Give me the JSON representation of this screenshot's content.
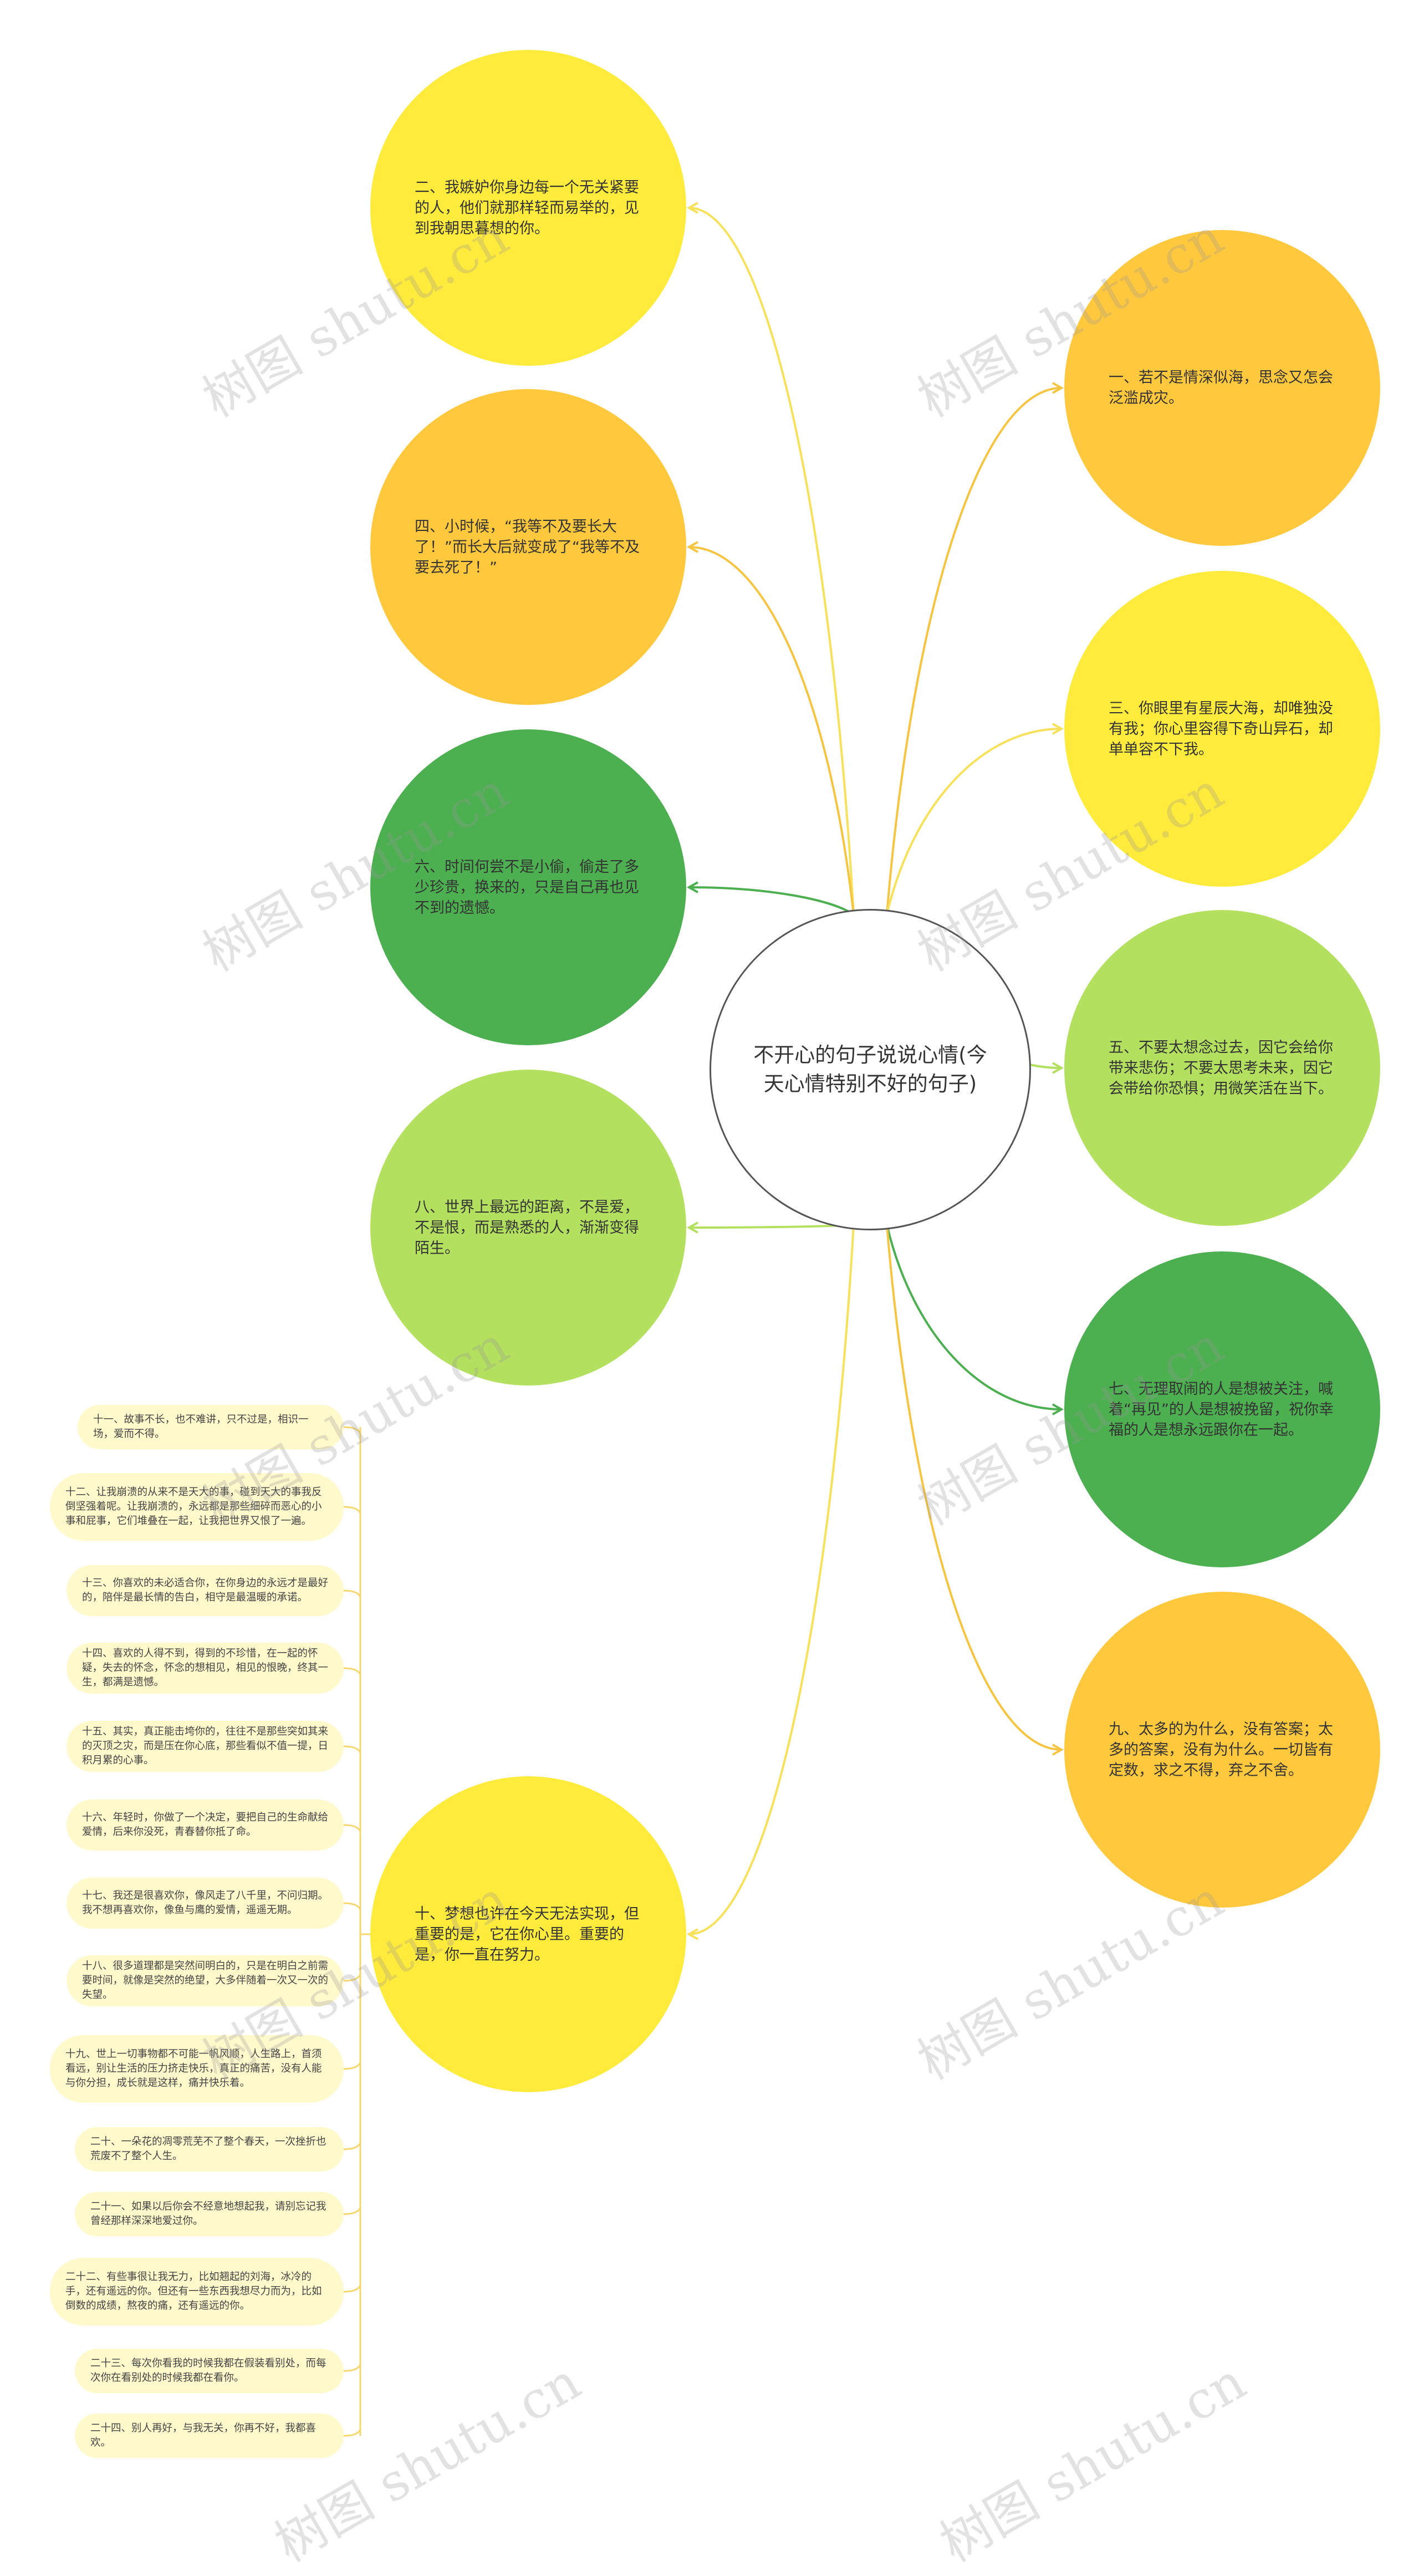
{
  "colors": {
    "yellow": "#ffeb3b",
    "orange": "#ffc83d",
    "dark_green": "#4caf50",
    "light_green": "#b3e05f",
    "pill_bg": "#fff9cc",
    "pill_line": "#f5d76e"
  },
  "center": {
    "text": "不开心的句子说说心情(今天心情特别不好的句子)"
  },
  "nodes": [
    {
      "id": "n1",
      "side": "right",
      "color": "orange",
      "text": "一、若不是情深似海，思念又怎会泛滥成灾。"
    },
    {
      "id": "n2",
      "side": "left",
      "color": "yellow",
      "text": "二、我嫉妒你身边每一个无关紧要的人，他们就那样轻而易举的，见到我朝思暮想的你。"
    },
    {
      "id": "n3",
      "side": "right",
      "color": "yellow",
      "text": "三、你眼里有星辰大海，却唯独没有我；你心里容得下奇山异石，却单单容不下我。"
    },
    {
      "id": "n4",
      "side": "left",
      "color": "orange",
      "text": "四、小时候，“我等不及要长大了！”而长大后就变成了“我等不及要去死了！”"
    },
    {
      "id": "n5",
      "side": "right",
      "color": "light_green",
      "text": "五、不要太想念过去，因它会给你带来悲伤；不要太思考未来，因它会带给你恐惧；用微笑活在当下。"
    },
    {
      "id": "n6",
      "side": "left",
      "color": "dark_green",
      "text": "六、时间何尝不是小偷，偷走了多少珍贵，换来的，只是自己再也见不到的遗憾。"
    },
    {
      "id": "n7",
      "side": "right",
      "color": "dark_green",
      "text": "七、无理取闹的人是想被关注，喊着“再见”的人是想被挽留，祝你幸福的人是想永远跟你在一起。"
    },
    {
      "id": "n8",
      "side": "left",
      "color": "light_green",
      "text": "八、世界上最远的距离，不是爱，不是恨，而是熟悉的人，渐渐变得陌生。"
    },
    {
      "id": "n9",
      "side": "right",
      "color": "orange",
      "text": "九、太多的为什么，没有答案；太多的答案，没有为什么。一切皆有定数，求之不得，弃之不舍。"
    },
    {
      "id": "n10",
      "side": "left",
      "color": "yellow",
      "text": "十、梦想也许在今天无法实现，但重要的是，它在你心里。重要的是，你一直在努力。"
    }
  ],
  "leaves": [
    {
      "text": "十一、故事不长，也不难讲，只不过是，相识一场，爱而不得。"
    },
    {
      "text": "十二、让我崩溃的从来不是天大的事，碰到天大的事我反倒坚强着呢。让我崩溃的，永远都是那些细碎而恶心的小事和屁事，它们堆叠在一起，让我把世界又恨了一遍。"
    },
    {
      "text": "十三、你喜欢的未必适合你，在你身边的永远才是最好的，陪伴是最长情的告白，相守是最温暖的承诺。"
    },
    {
      "text": "十四、喜欢的人得不到，得到的不珍惜，在一起的怀疑，失去的怀念，怀念的想相见，相见的恨晚，终其一生，都满是遗憾。"
    },
    {
      "text": "十五、其实，真正能击垮你的，往往不是那些突如其来的灭顶之灾，而是压在你心底，那些看似不值一提，日积月累的心事。"
    },
    {
      "text": "十六、年轻时，你做了一个决定，要把自己的生命献给爱情，后来你没死，青春替你抵了命。"
    },
    {
      "text": "十七、我还是很喜欢你，像风走了八千里，不问归期。我不想再喜欢你，像鱼与鹰的爱情，遥遥无期。"
    },
    {
      "text": "十八、很多道理都是突然间明白的，只是在明白之前需要时间，就像是突然的绝望，大多伴随着一次又一次的失望。"
    },
    {
      "text": "十九、世上一切事物都不可能一帆风顺，人生路上，首须看远，别让生活的压力挤走快乐，真正的痛苦，没有人能与你分担，成长就是这样，痛并快乐着。"
    },
    {
      "text": "二十、一朵花的凋零荒芜不了整个春天，一次挫折也荒废不了整个人生。"
    },
    {
      "text": "二十一、如果以后你会不经意地想起我，请别忘记我曾经那样深深地爱过你。"
    },
    {
      "text": "二十二、有些事很让我无力，比如翘起的刘海，冰冷的手，还有遥远的你。但还有一些东西我想尽力而为，比如倒数的成绩，熬夜的痛，还有遥远的你。"
    },
    {
      "text": "二十三、每次你看我的时候我都在假装看别处，而每次你在看别处的时候我都在看你。"
    },
    {
      "text": "二十四、别人再好，与我无关，你再不好，我都喜欢。"
    }
  ],
  "watermark": {
    "text": "树图 shutu.cn"
  }
}
